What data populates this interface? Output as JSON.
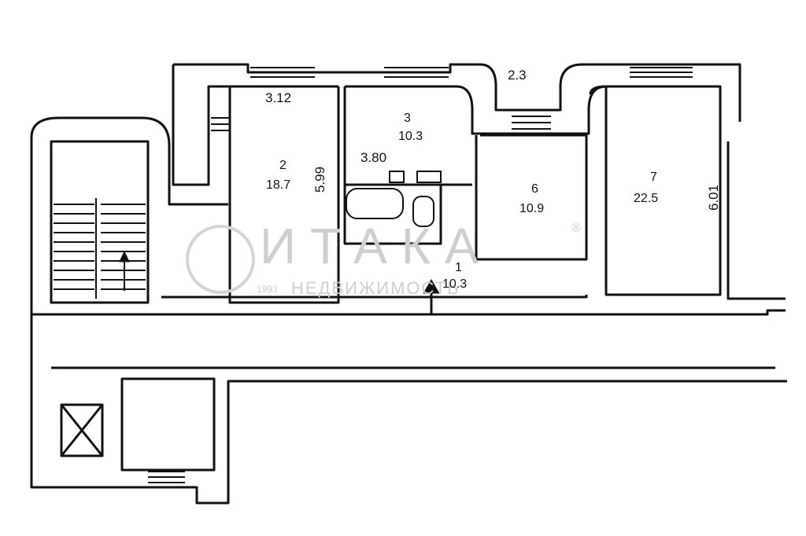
{
  "plan": {
    "rooms": [
      {
        "number": "1",
        "area": "10.3"
      },
      {
        "number": "2",
        "area": "18.7"
      },
      {
        "number": "3",
        "area": "10.3"
      },
      {
        "number": "6",
        "area": "10.9"
      },
      {
        "number": "7",
        "area": "22.5"
      }
    ],
    "dimensions": [
      "3.12",
      "2.3",
      "5.99",
      "3.80",
      "6.01"
    ]
  },
  "watermark": {
    "brand": "ИТАКА",
    "registered": "®",
    "year": "1993",
    "subtitle": "НЕДВИЖИМОСТЬ"
  }
}
